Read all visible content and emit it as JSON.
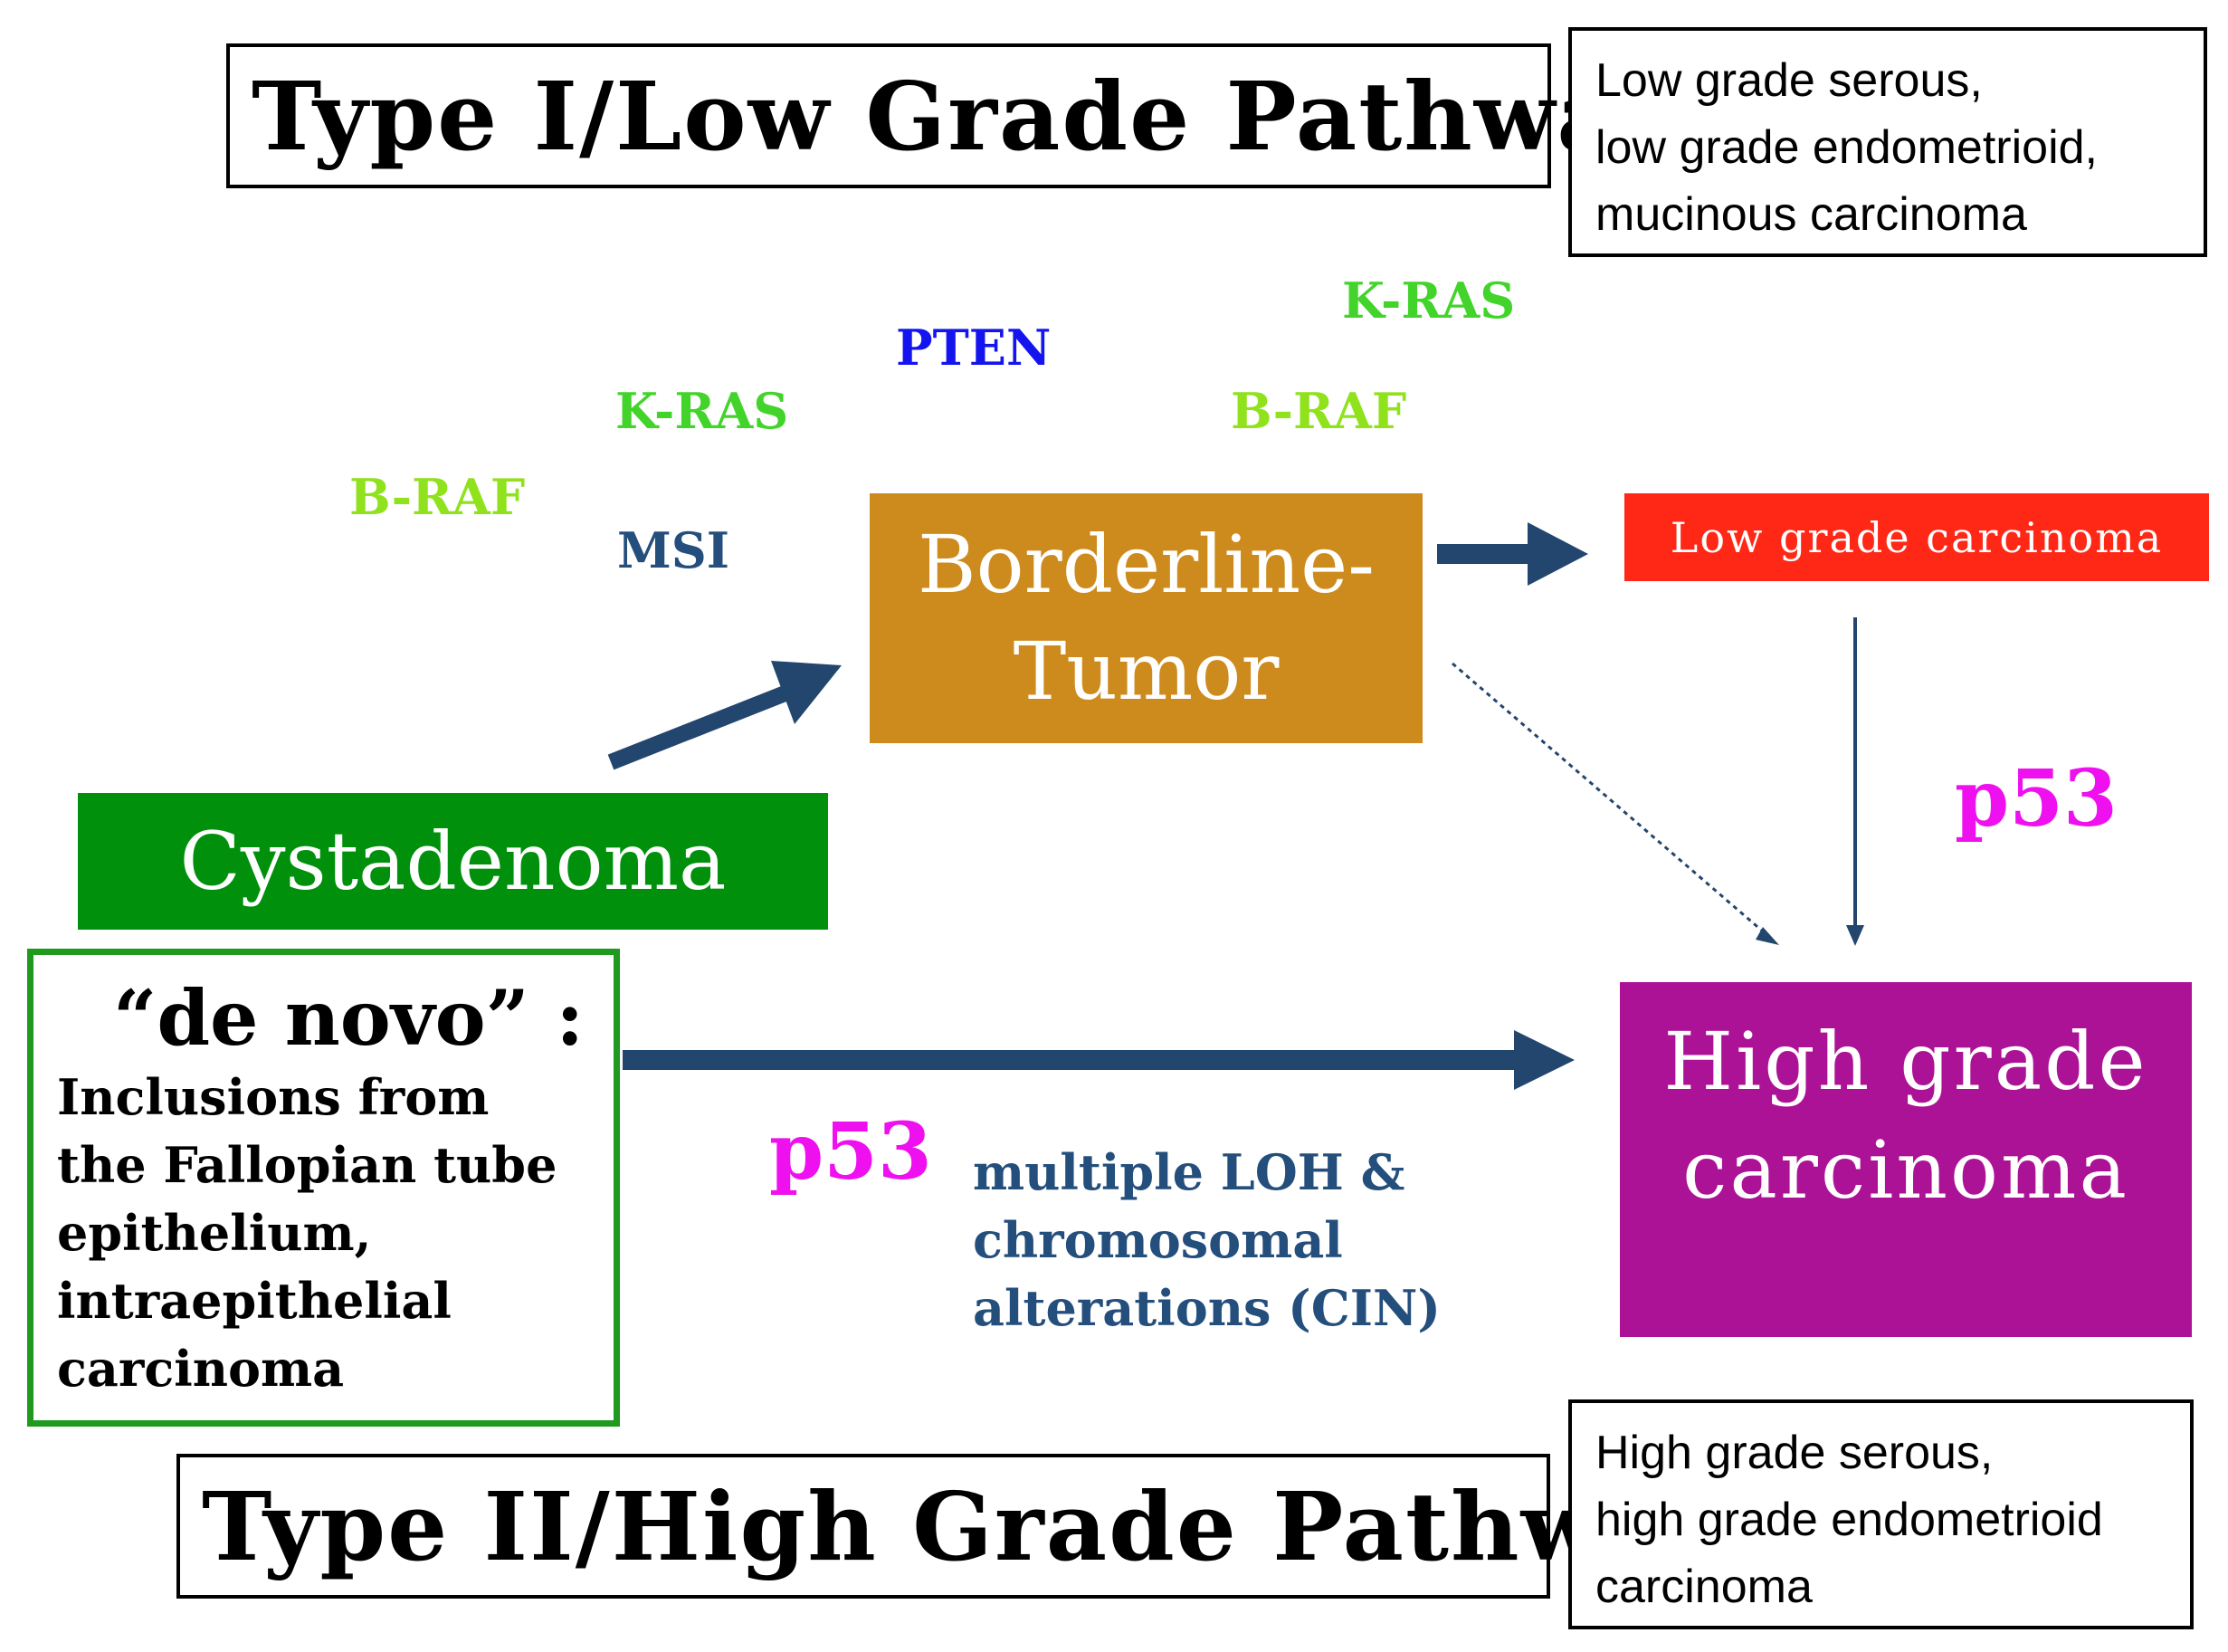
{
  "colors": {
    "arrow": "#23466e",
    "cystadenoma": "#00900c",
    "borderline": "#cd8b1e",
    "low_grade": "#ff2816",
    "high_grade": "#ab1295",
    "de_novo_border": "#1f9a1f",
    "gene_green": "#42d42a",
    "gene_lime": "#8fe21c",
    "gene_blue": "#1414ee",
    "gene_navy": "#244e7c",
    "p53": "#ee10ee"
  },
  "titles": {
    "type1": "Type I/Low Grade Pathway",
    "type2": "Type II/High Grade Pathway"
  },
  "notes": {
    "low_grade": [
      "Low grade serous,",
      "low grade endometrioid,",
      "mucinous carcinoma"
    ],
    "high_grade": [
      "High grade serous,",
      "high grade endometrioid",
      "carcinoma"
    ]
  },
  "genes": {
    "kras_top": "K-RAS",
    "pten": "PTEN",
    "kras_left": "K-RAS",
    "braf_right": "B-RAF",
    "braf_left": "B-RAF",
    "msi": "MSI",
    "p53_right": "p53",
    "p53_bottom": "p53"
  },
  "nodes": {
    "borderline": [
      "Borderline-",
      "Tumor"
    ],
    "low_grade_carcinoma": "Low grade carcinoma",
    "cystadenoma": "Cystadenoma",
    "high_grade_carcinoma": [
      "High grade",
      "carcinoma"
    ]
  },
  "de_novo": {
    "heading": "“de novo” :",
    "lines": [
      "Inclusions from",
      "the Fallopian tube",
      "epithelium,",
      "intraepithelial",
      "carcinoma"
    ]
  },
  "cin": {
    "lines": [
      "multiple LOH &",
      "chromosomal",
      "alterations (CIN)"
    ]
  },
  "icons": {
    "arrows": [
      "arrow-cystadenoma-to-borderline",
      "arrow-borderline-to-low-grade",
      "arrow-low-to-high-grade",
      "arrow-borderline-to-high-grade-dotted",
      "arrow-de-novo-to-high-grade"
    ]
  }
}
